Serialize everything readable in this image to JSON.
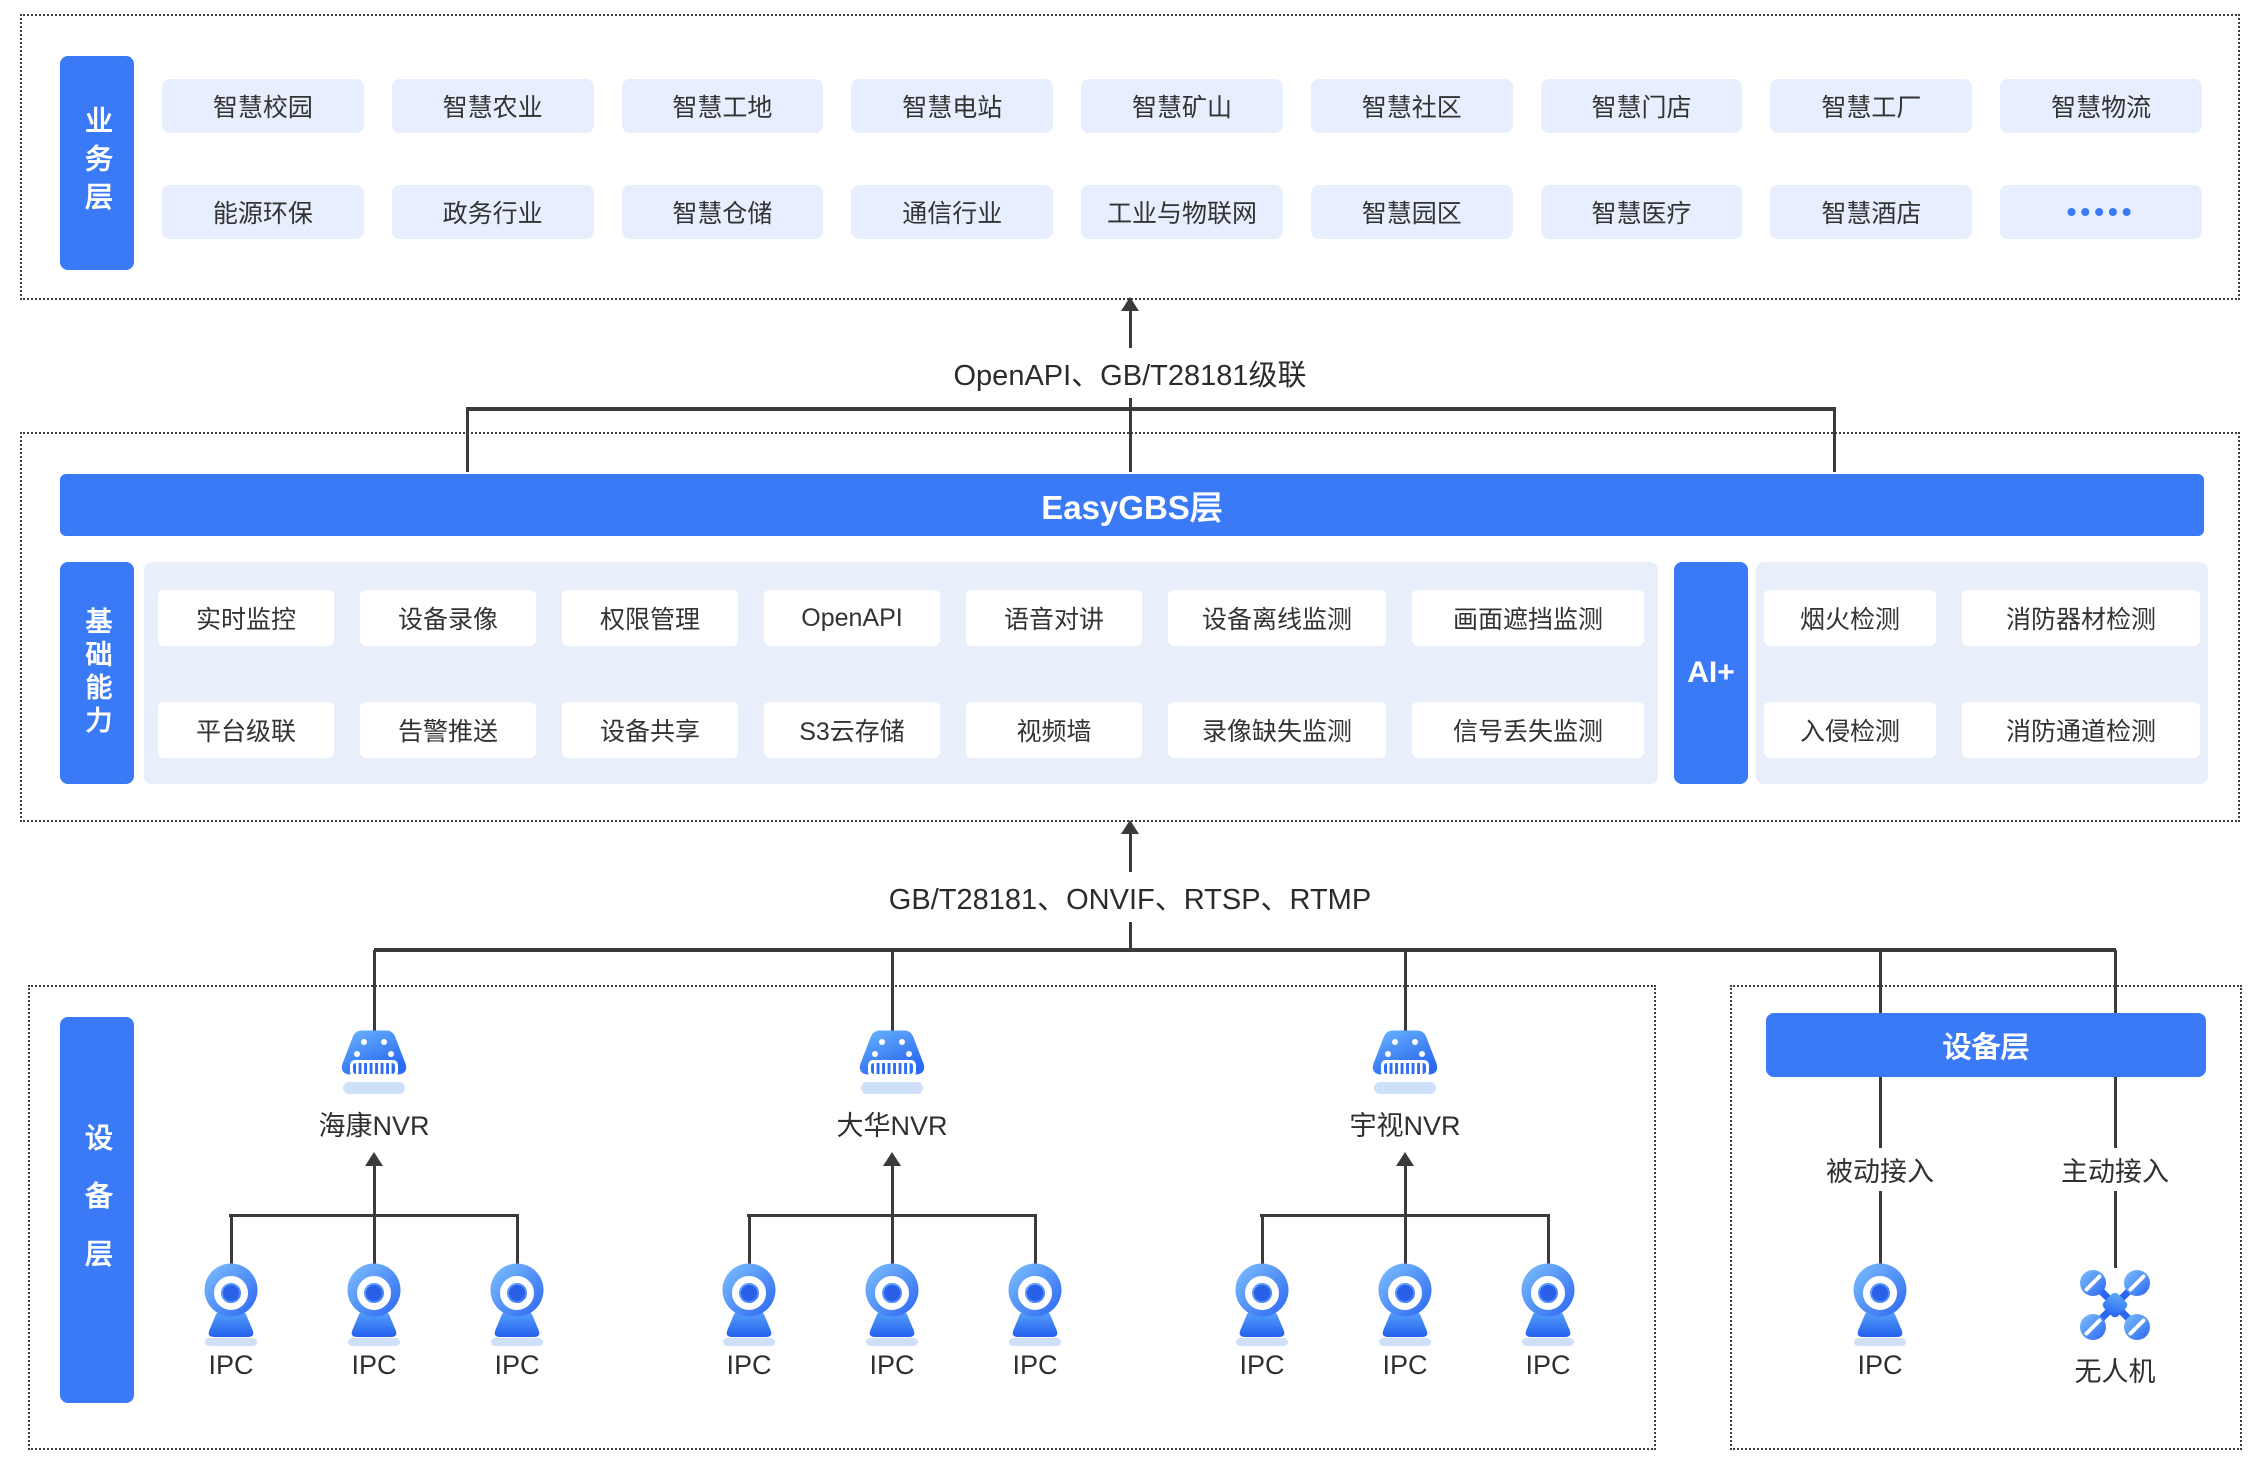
{
  "colors": {
    "accent": "#3b7af7",
    "item_bg": "#e7eefd",
    "panel_bg": "#e9eefb",
    "line": "#3a3a3a"
  },
  "business": {
    "label": "业务层",
    "row1": [
      "智慧校园",
      "智慧农业",
      "智慧工地",
      "智慧电站",
      "智慧矿山",
      "智慧社区",
      "智慧门店",
      "智慧工厂",
      "智慧物流"
    ],
    "row2": [
      "能源环保",
      "政务行业",
      "智慧仓储",
      "通信行业",
      "工业与物联网",
      "智慧园区",
      "智慧医疗",
      "智慧酒店",
      "•••••"
    ]
  },
  "connector_top": {
    "label": "OpenAPI、GB/T28181级联"
  },
  "easygbs": {
    "title": "EasyGBS层",
    "cap_label": "基础能力",
    "cap_row1": [
      "实时监控",
      "设备录像",
      "权限管理",
      "OpenAPI",
      "语音对讲",
      "设备离线监测",
      "画面遮挡监测"
    ],
    "cap_row2": [
      "平台级联",
      "告警推送",
      "设备共享",
      "S3云存储",
      "视频墙",
      "录像缺失监测",
      "信号丢失监测"
    ],
    "ai_label": "AI+",
    "ai_row1": [
      "烟火检测",
      "消防器材检测"
    ],
    "ai_row2": [
      "入侵检测",
      "消防通道检测"
    ]
  },
  "connector_bottom": {
    "label": "GB/T28181、ONVIF、RTSP、RTMP"
  },
  "device_left": {
    "label": "设备层",
    "groups": [
      {
        "name": "海康NVR",
        "ipc1": "IPC",
        "ipc2": "IPC",
        "ipc3": "IPC"
      },
      {
        "name": "大华NVR",
        "ipc1": "IPC",
        "ipc2": "IPC",
        "ipc3": "IPC"
      },
      {
        "name": "宇视NVR",
        "ipc1": "IPC",
        "ipc2": "IPC",
        "ipc3": "IPC"
      }
    ]
  },
  "device_right": {
    "header": "设备层",
    "passive": "被动接入",
    "active": "主动接入",
    "ipc_label": "IPC",
    "drone_label": "无人机"
  }
}
